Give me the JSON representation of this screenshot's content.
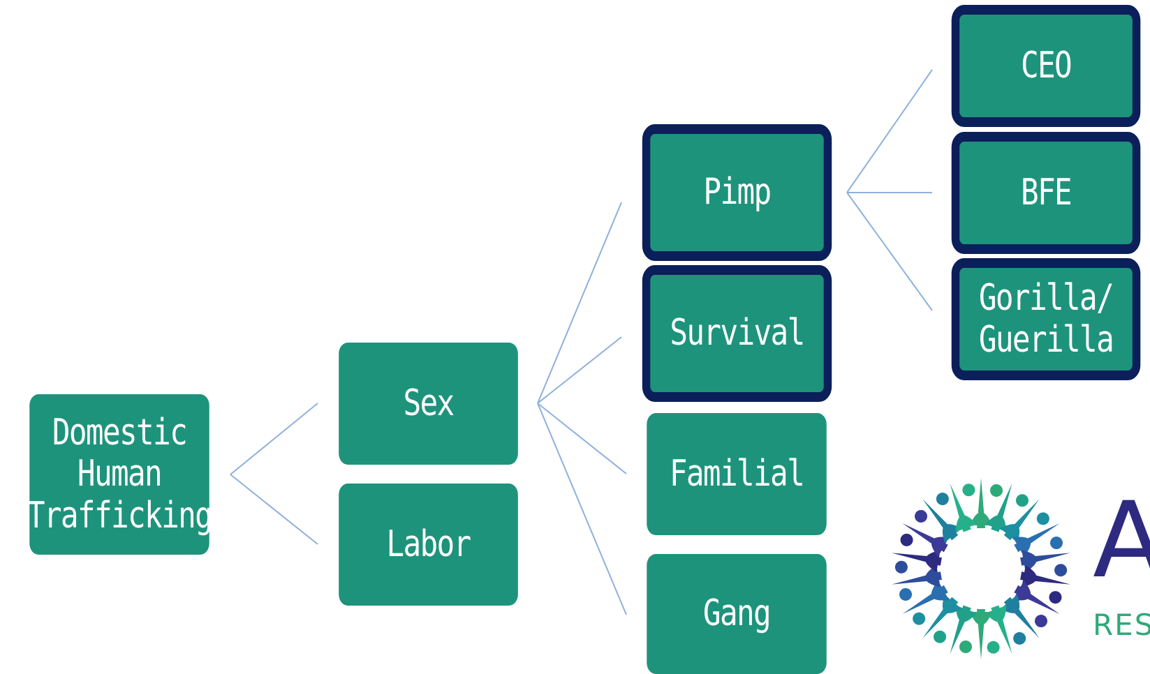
{
  "colors": {
    "node_fill": "#1e937c",
    "node_outline": "#0b1f5a",
    "connector": "#8eb0dc",
    "logo_blue": "#2d2a80",
    "logo_green": "#2eaa7a"
  },
  "diagram": {
    "root": {
      "label": "Domestic\nHuman\nTrafficking"
    },
    "level1": [
      {
        "label": "Sex"
      },
      {
        "label": "Labor"
      }
    ],
    "level2": [
      {
        "label": "Pimp",
        "highlighted": true
      },
      {
        "label": "Survival",
        "highlighted": true
      },
      {
        "label": "Familial",
        "highlighted": false
      },
      {
        "label": "Gang",
        "highlighted": false
      }
    ],
    "level3": [
      {
        "label": "CEO",
        "highlighted": true
      },
      {
        "label": "BFE",
        "highlighted": true
      },
      {
        "label": "Gorilla/\nGuerilla",
        "highlighted": true
      }
    ]
  },
  "logo": {
    "icon": "starburst-people-icon",
    "wordmark": "A",
    "subtext": "RES"
  }
}
